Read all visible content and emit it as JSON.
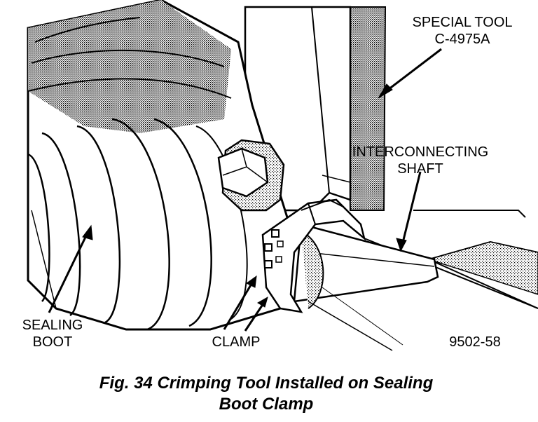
{
  "labels": {
    "special_tool": [
      "SPECIAL TOOL",
      "C-4975A"
    ],
    "interconnecting_shaft": [
      "INTERCONNECTING",
      "SHAFT"
    ],
    "sealing_boot": [
      "SEALING",
      "BOOT"
    ],
    "clamp": "CLAMP",
    "figure_number": "9502-58"
  },
  "caption": {
    "line1": "Fig. 34 Crimping Tool Installed on Sealing",
    "line2": "Boot Clamp"
  }
}
